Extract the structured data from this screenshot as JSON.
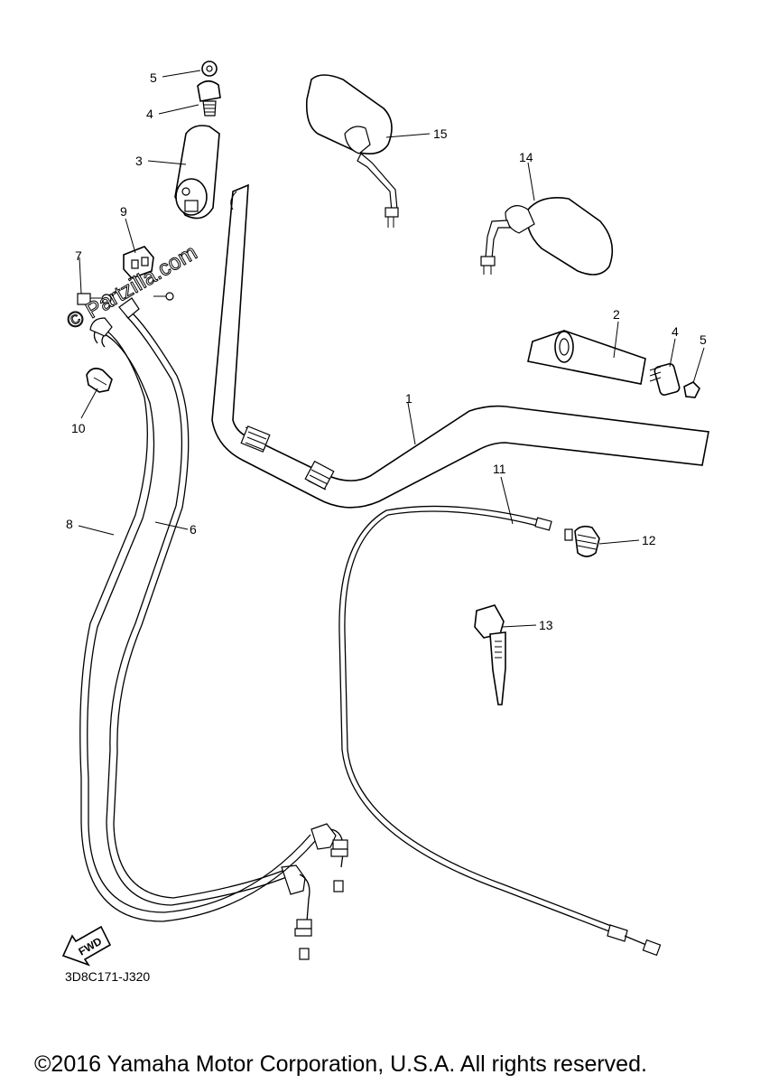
{
  "diagram": {
    "diagram_code": "3D8C171-J320",
    "copyright": "©2016 Yamaha Motor Corporation, U.S.A. All rights reserved.",
    "watermark": "© Partzilla.com",
    "direction_indicator": "FWD",
    "callouts": {
      "p1": "1",
      "p2": "2",
      "p3": "3",
      "p4_left": "4",
      "p4_right": "4",
      "p5_left": "5",
      "p5_right": "5",
      "p6": "6",
      "p7": "7",
      "p8": "8",
      "p9": "9",
      "p10": "10",
      "p11": "11",
      "p12": "12",
      "p13": "13",
      "p14": "14",
      "p15": "15"
    }
  }
}
